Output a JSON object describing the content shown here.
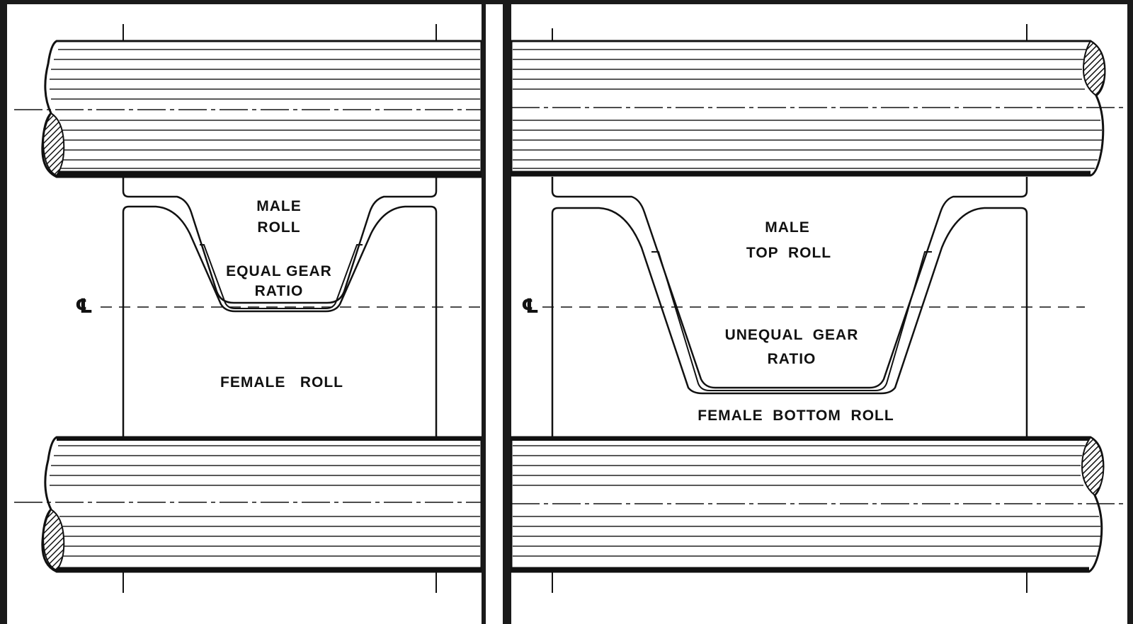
{
  "left_panel": {
    "centerline_symbol": "℄",
    "top_roll_label_line1": "MALE",
    "top_roll_label_line2": "ROLL",
    "ratio_label_line1": "EQUAL GEAR",
    "ratio_label_line2": "RATIO",
    "bottom_roll_label": "FEMALE   ROLL"
  },
  "right_panel": {
    "centerline_symbol": "℄",
    "top_roll_label_line1": "MALE",
    "top_roll_label_line2": "TOP  ROLL",
    "ratio_label_line1": "UNEQUAL  GEAR",
    "ratio_label_line2": "RATIO",
    "bottom_roll_label": "FEMALE  BOTTOM  ROLL"
  },
  "colors": {
    "paper": "#ffffff",
    "ink": "#111111",
    "frame": "#1a1a1a"
  }
}
